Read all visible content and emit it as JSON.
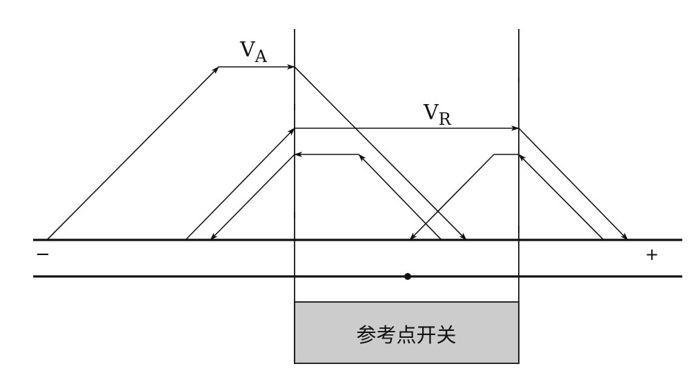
{
  "labels": {
    "va_main": "V",
    "va_sub": "A",
    "vr_main": "V",
    "vr_sub": "R",
    "minus": "−",
    "plus": "+",
    "switch": "参考点开关"
  },
  "colors": {
    "line": "#111111",
    "switch_fill": "#cccccc",
    "background": "#ffffff"
  }
}
